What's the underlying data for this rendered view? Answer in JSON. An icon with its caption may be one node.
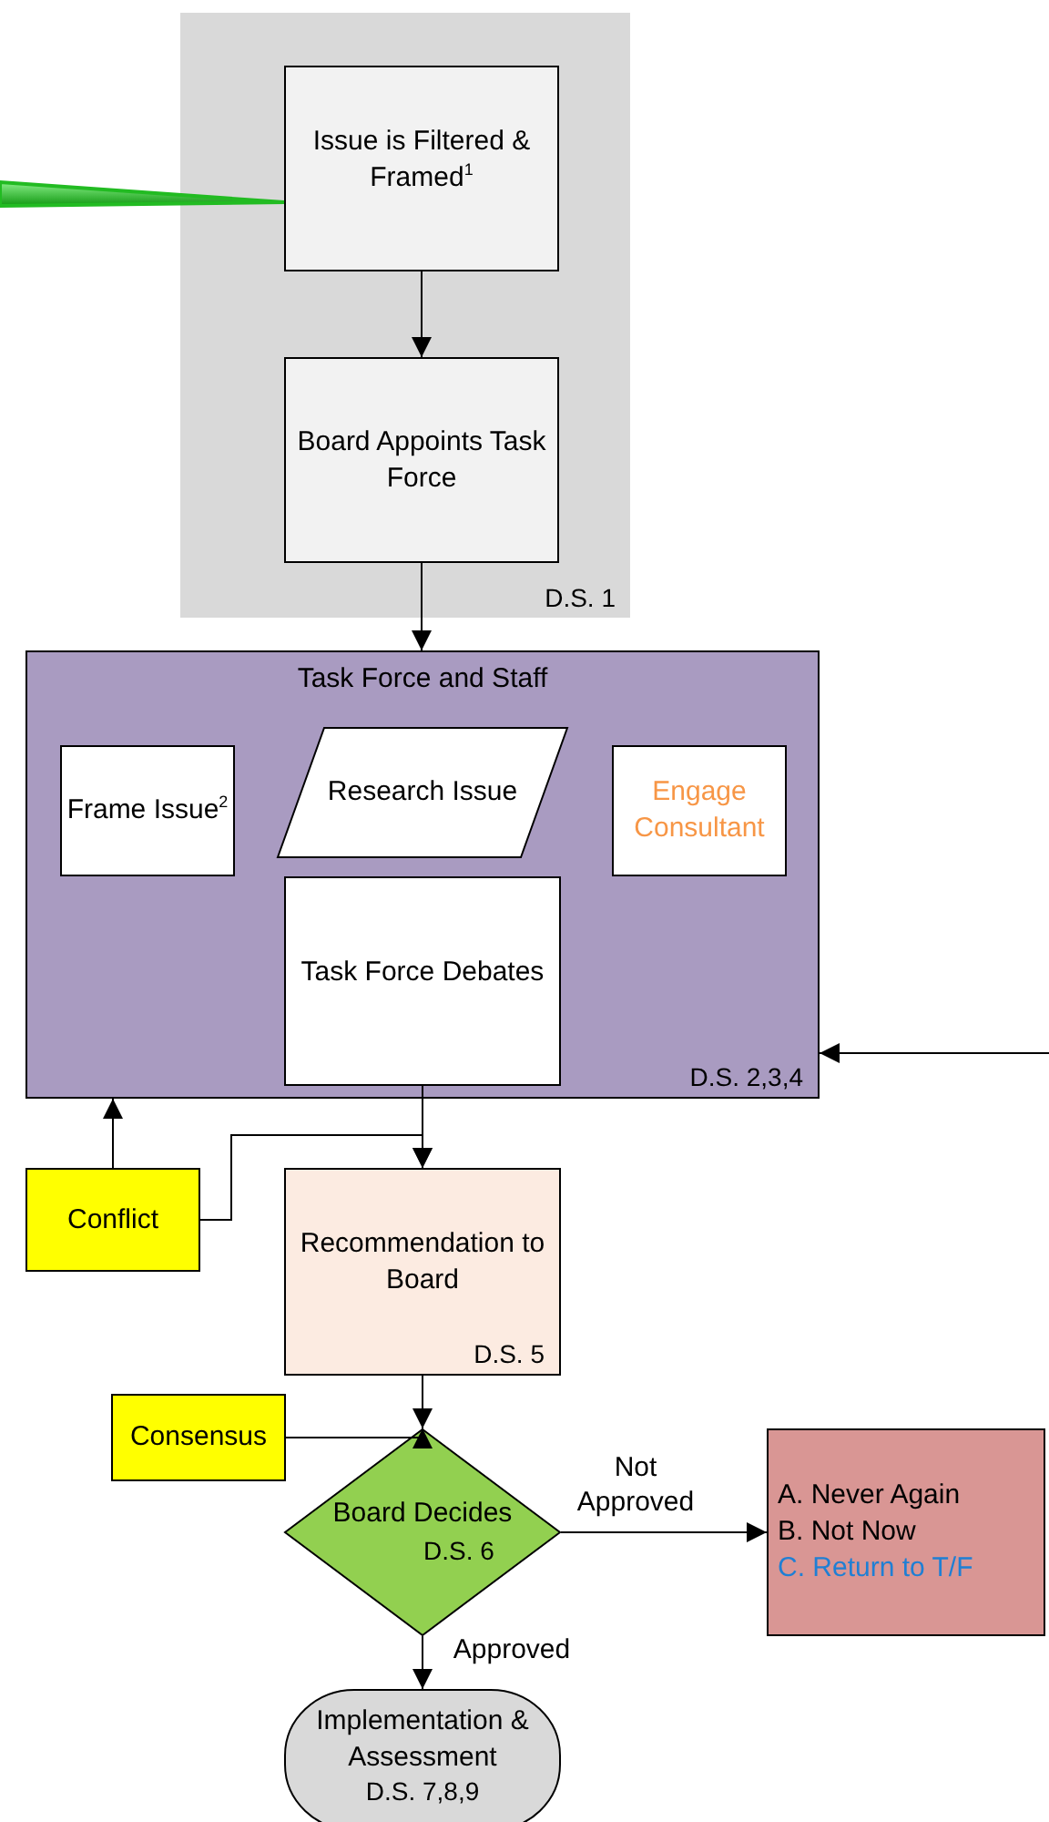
{
  "diagram": {
    "nodes": [
      {
        "text": [
          "D.S. 1"
        ]
      },
      {
        "text": [
          "Issue is Filtered & Framed$^{1}$"
        ],
        "in": 0
      },
      {
        "text": [
          "Board Appoints Task Force"
        ],
        "in": 0
      },
      {
        "text": [
          "Task Force and Staff",
          "D.S. 2,3,4"
        ]
      },
      {
        "text": [
          "Frame Issue$^{2}$"
        ],
        "in": 3
      },
      {
        "text": [
          "Research Issue"
        ],
        "in": 3
      },
      {
        "text": [
          "Engage Consultant"
        ],
        "in": 3
      },
      {
        "text": [
          "Task Force Debates"
        ],
        "in": 3
      },
      {
        "text": [
          "Conflict"
        ]
      },
      {
        "text": [
          "Recommendation to Board",
          "D.S. 5"
        ]
      },
      {
        "text": [
          "Consensus"
        ]
      },
      {
        "text": [
          "Board Decides",
          "D.S. 6"
        ]
      },
      {
        "text": [
          "A. Never Again",
          "B. Not Now",
          "C. Return to T/F"
        ]
      },
      {
        "text": [
          "Implementation & Assessment",
          "D.S. 7,8,9"
        ]
      }
    ],
    "edges": [
      {
        "from": null,
        "to": 1,
        "arrow": "to",
        "style": "thick",
        "color": "#22bb22"
      },
      {
        "from": 1,
        "to": 2,
        "arrow": "to"
      },
      {
        "from": 2,
        "to": 3,
        "arrow": "to"
      },
      {
        "from": 7,
        "to": 9,
        "arrow": "to"
      },
      {
        "from": 8,
        "to": 3,
        "arrow": "to"
      },
      {
        "from": 8,
        "to": 9,
        "arrow": "to"
      },
      {
        "from": 9,
        "to": 11,
        "arrow": "to"
      },
      {
        "from": 10,
        "to": 11,
        "arrow": "to"
      },
      {
        "from": 11,
        "to": 12,
        "arrow": "to",
        "label": "Not Approved"
      },
      {
        "from": 11,
        "to": 13,
        "arrow": "to",
        "label": "Approved"
      },
      {
        "from": null,
        "to": 3,
        "arrow": "to"
      }
    ]
  }
}
